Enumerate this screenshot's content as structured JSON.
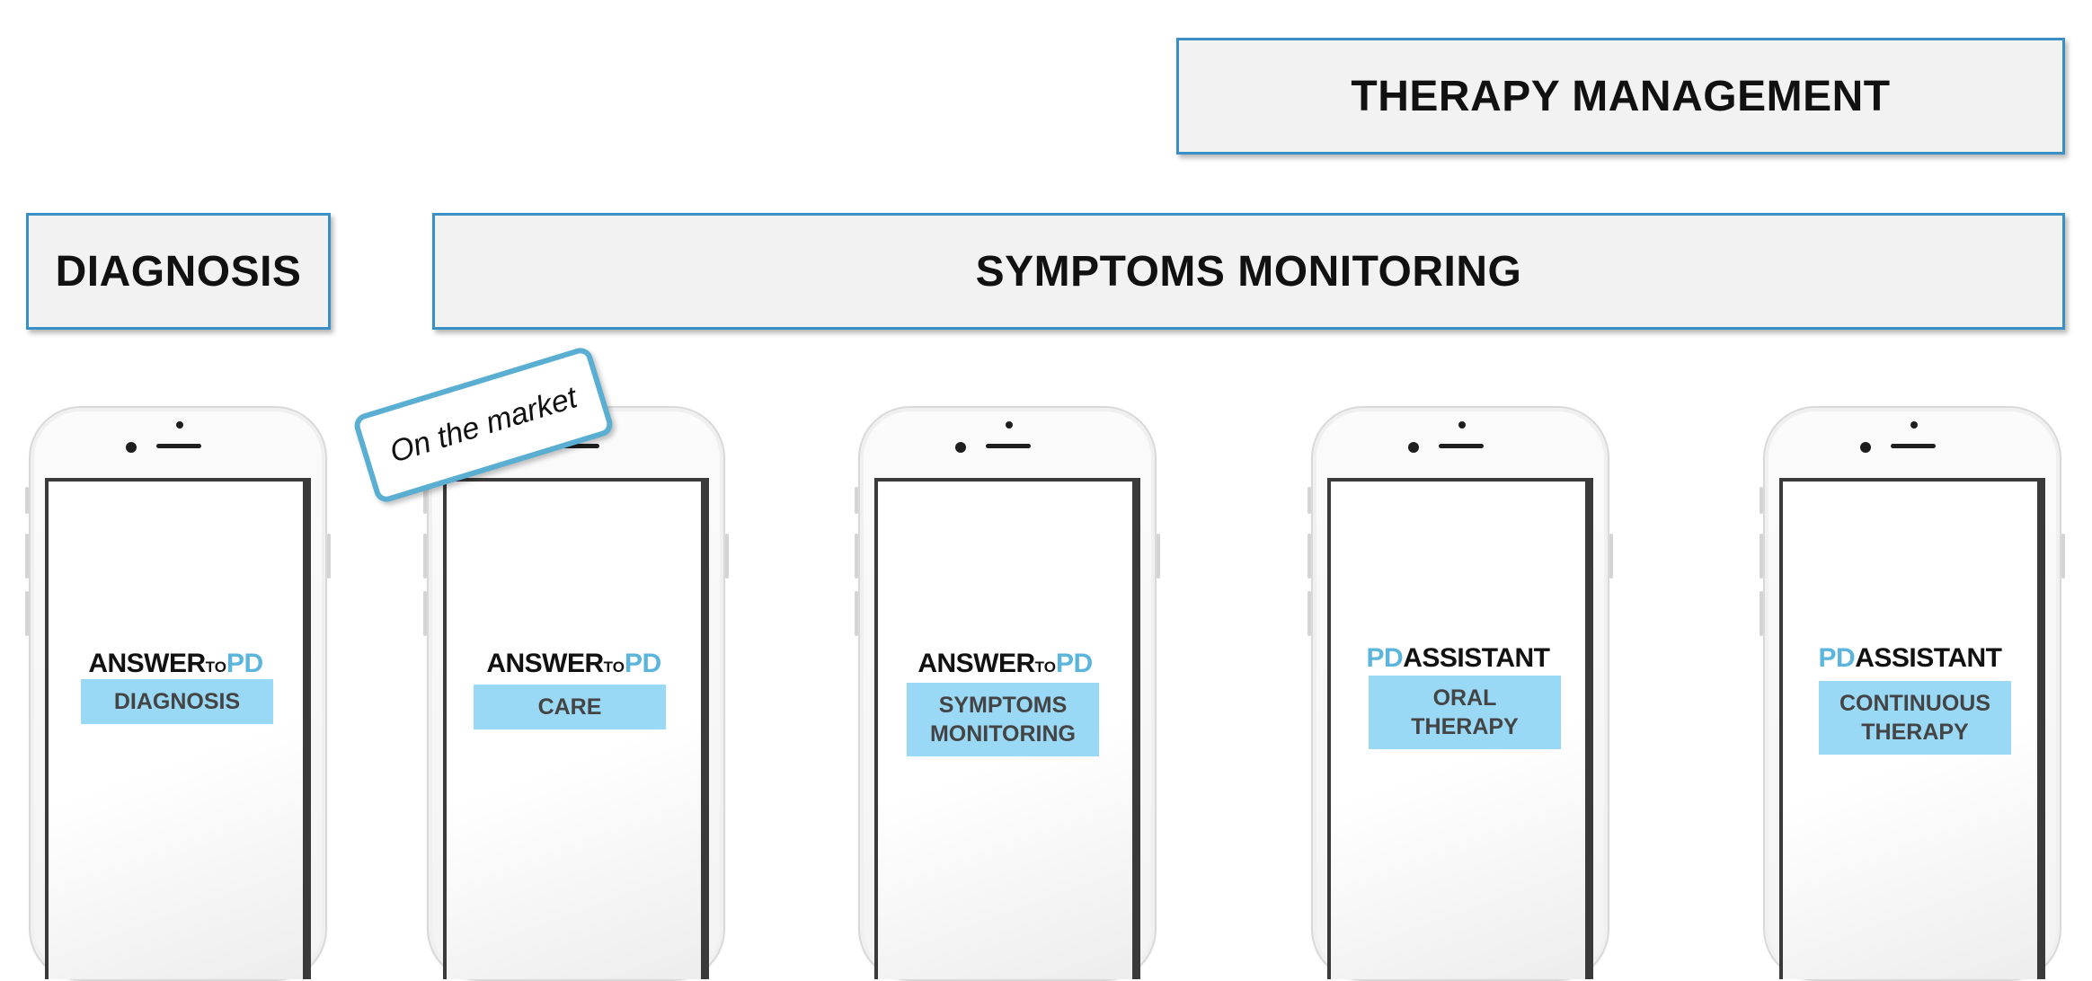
{
  "bands": {
    "therapy_management": "THERAPY MANAGEMENT",
    "diagnosis": "DIAGNOSIS",
    "symptoms_monitoring": "SYMPTOMS MONITORING"
  },
  "badge": {
    "on_the_market": "On the market"
  },
  "phones": [
    {
      "logo": {
        "part1": "ANSWER",
        "part2": "TO",
        "part3": "PD"
      },
      "tag_lines": [
        "DIAGNOSIS"
      ]
    },
    {
      "logo": {
        "part1": "ANSWER",
        "part2": "TO",
        "part3": "PD"
      },
      "tag_lines": [
        "CARE"
      ]
    },
    {
      "logo": {
        "part1": "ANSWER",
        "part2": "TO",
        "part3": "PD"
      },
      "tag_lines": [
        "SYMPTOMS",
        "MONITORING"
      ]
    },
    {
      "logo": {
        "part1": "PD",
        "part2": "ASSISTANT"
      },
      "tag_lines": [
        "ORAL",
        "THERAPY"
      ]
    },
    {
      "logo": {
        "part1": "PD",
        "part2": "ASSISTANT"
      },
      "tag_lines": [
        "CONTINUOUS",
        "THERAPY"
      ]
    }
  ],
  "colors": {
    "band_border": "#3a8fc4",
    "band_fill": "#f2f2f2",
    "tag_fill": "#99d9f6",
    "logo_accent": "#5bb5dc"
  }
}
